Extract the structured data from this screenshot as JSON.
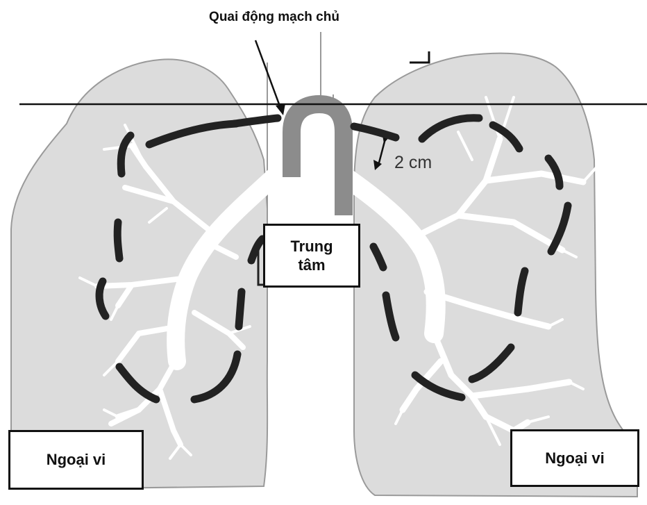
{
  "diagram": {
    "aortic_arch_label": "Quai động mạch chủ",
    "distance_label": "2 cm",
    "central_label_line1": "Trung",
    "central_label_line2": "tâm",
    "peripheral_left_label": "Ngoại vi",
    "peripheral_right_label": "Ngoại vi"
  },
  "colors": {
    "lung_fill": "#dcdcdc",
    "lung_outline": "#9a9a9a",
    "aorta": "#8c8c8c",
    "boundary_dash": "#222222",
    "airway": "#ffffff",
    "line": "#111111"
  }
}
